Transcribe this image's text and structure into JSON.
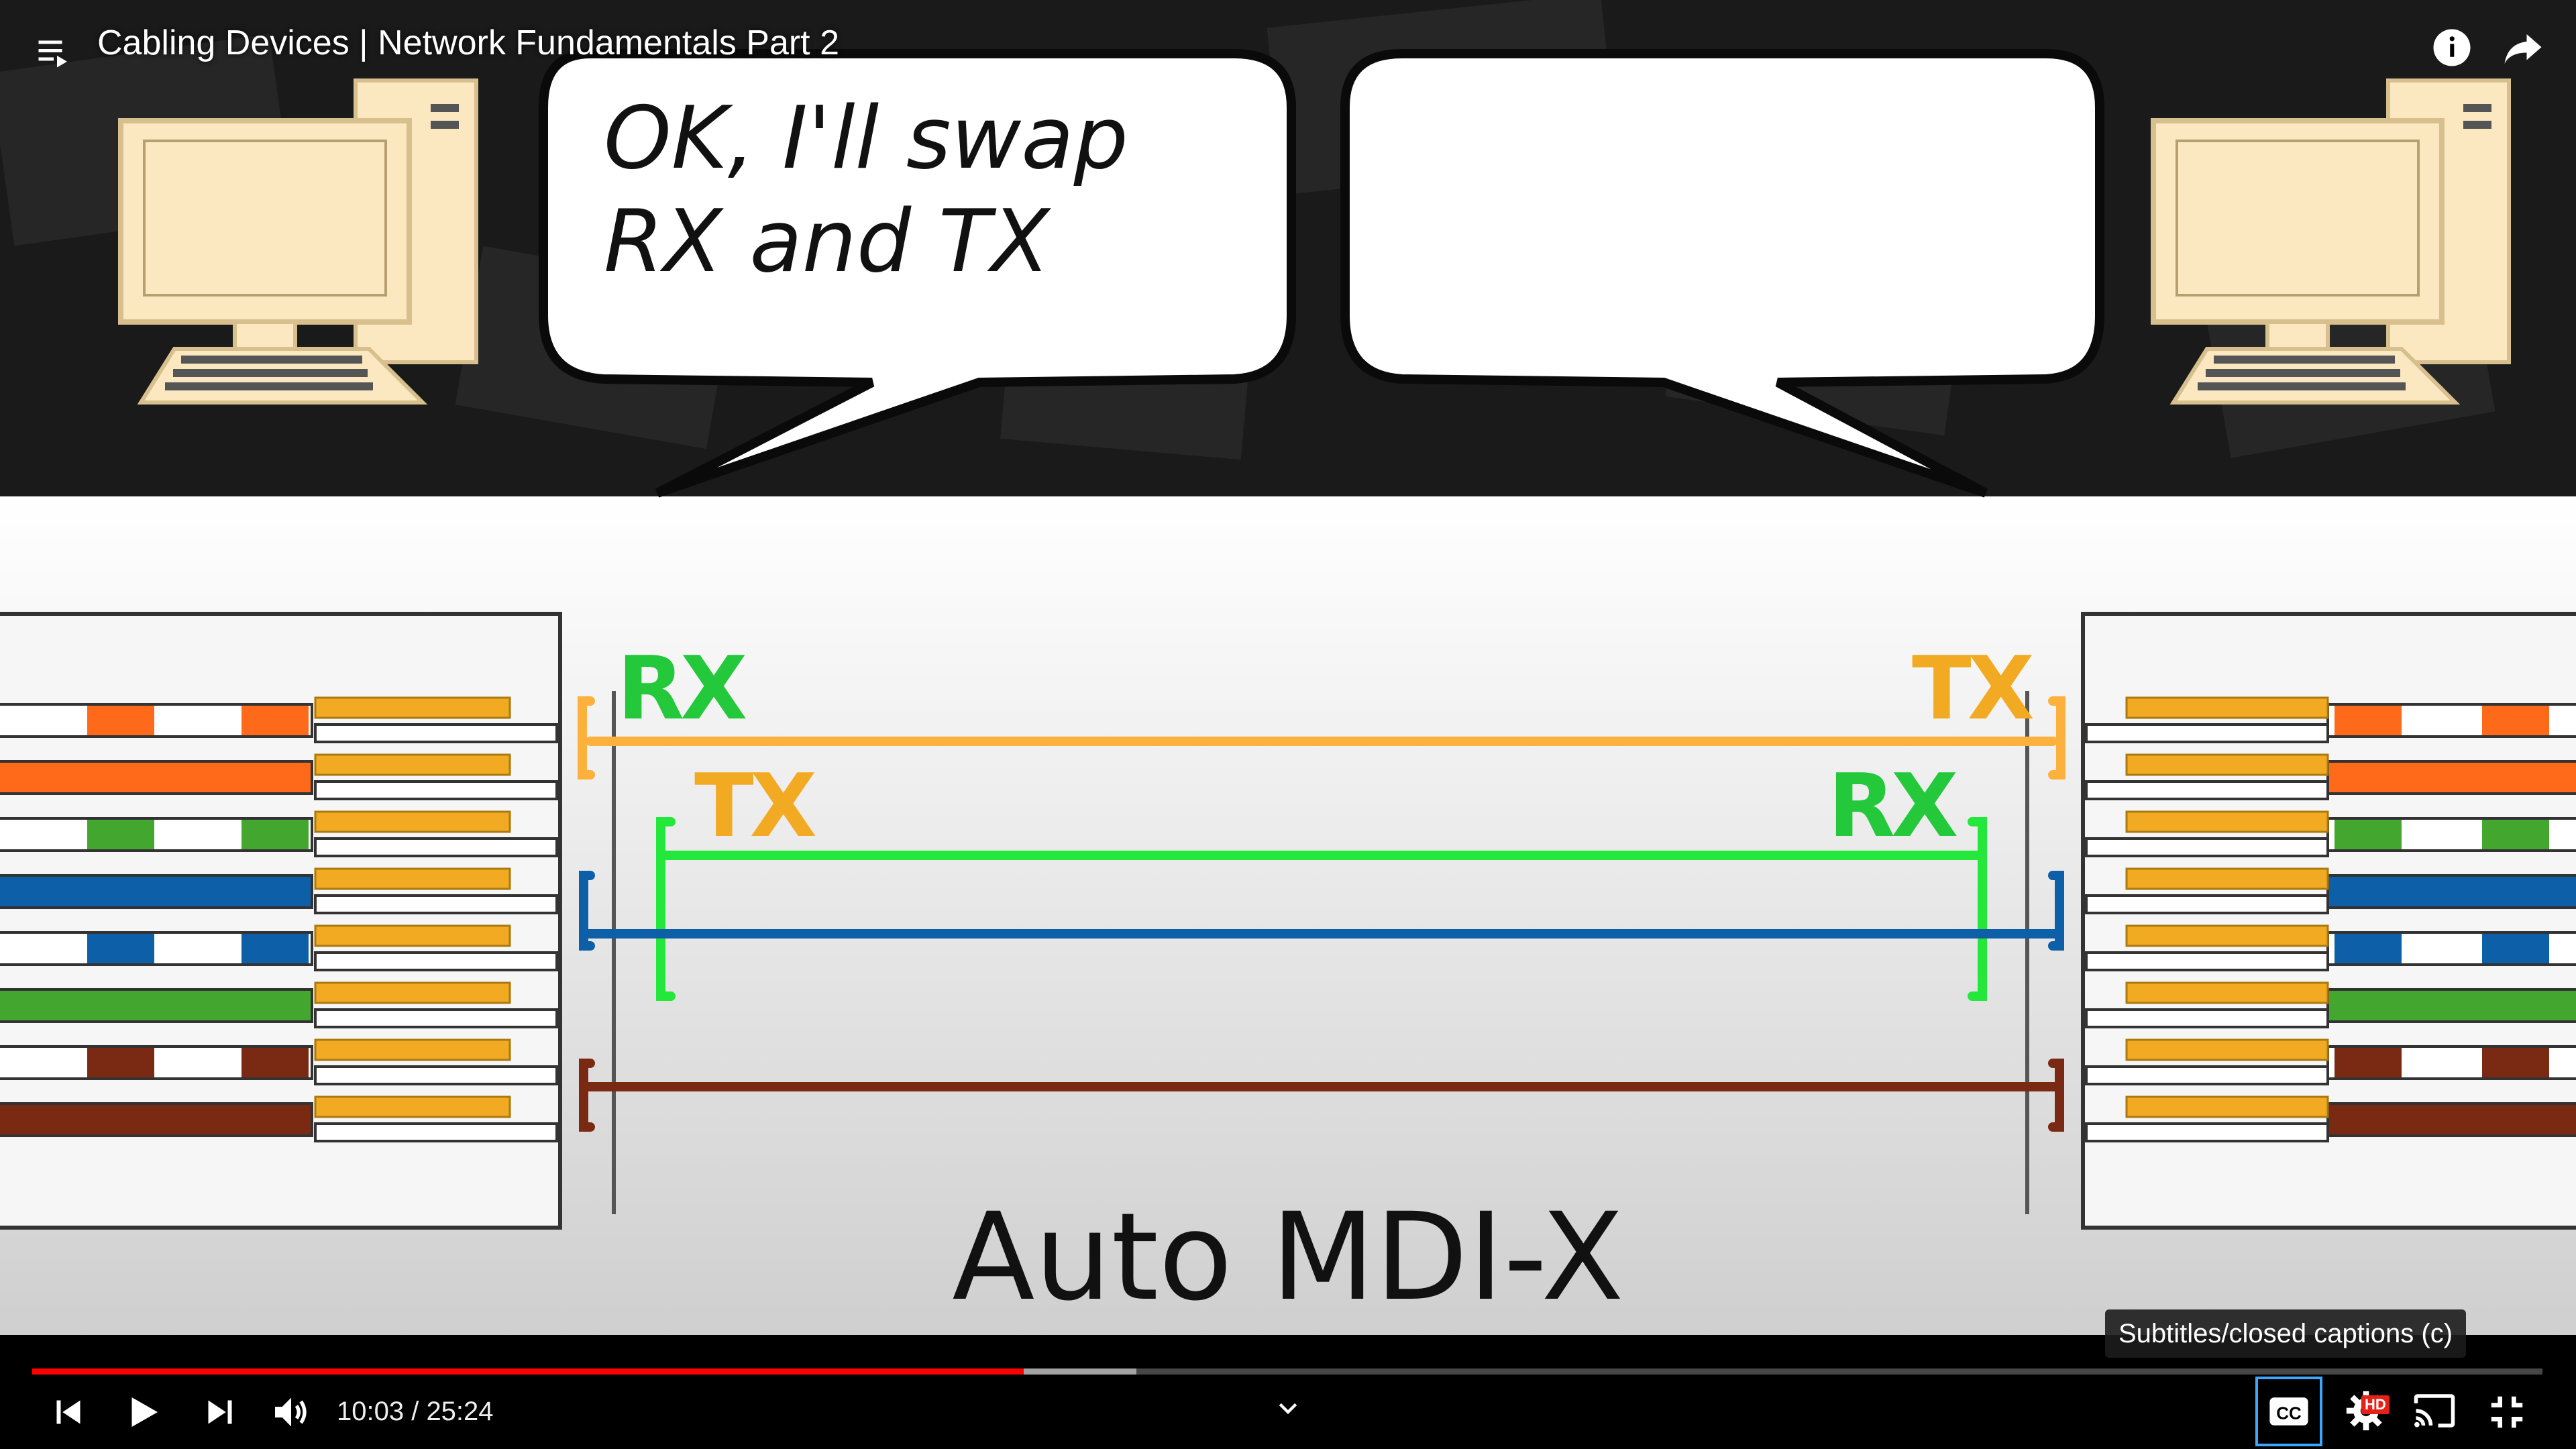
{
  "video": {
    "title": "Cabling Devices | Network Fundamentals Part 2",
    "speech_left": "OK, I'll swap\nRX and TX",
    "speech_right": "",
    "diagram_title": "Auto MDI-X",
    "labels": {
      "left_rx": "RX",
      "left_tx": "TX",
      "right_tx": "TX",
      "right_rx": "RX"
    },
    "colors": {
      "orange": "#fbb13c",
      "green": "#23e83b",
      "blue": "#0d5fa8",
      "brown": "#7a2a12",
      "wire_orange": "#ff6a1a"
    }
  },
  "player": {
    "time_display": "10:03 / 25:24",
    "progress_fraction": 0.395,
    "buffer_fraction": 0.44,
    "tooltip": "Subtitles/closed captions (c)",
    "hd_badge": "HD",
    "icons": {
      "playlist": "playlist-icon",
      "info": "info-icon",
      "share": "share-icon",
      "prev": "previous-icon",
      "play": "play-icon",
      "next": "next-icon",
      "volume": "volume-icon",
      "chevron": "chevron-down-icon",
      "cc": "captions-icon",
      "settings": "settings-icon",
      "cast": "cast-icon",
      "exit_fullscreen": "exit-fullscreen-icon"
    }
  }
}
